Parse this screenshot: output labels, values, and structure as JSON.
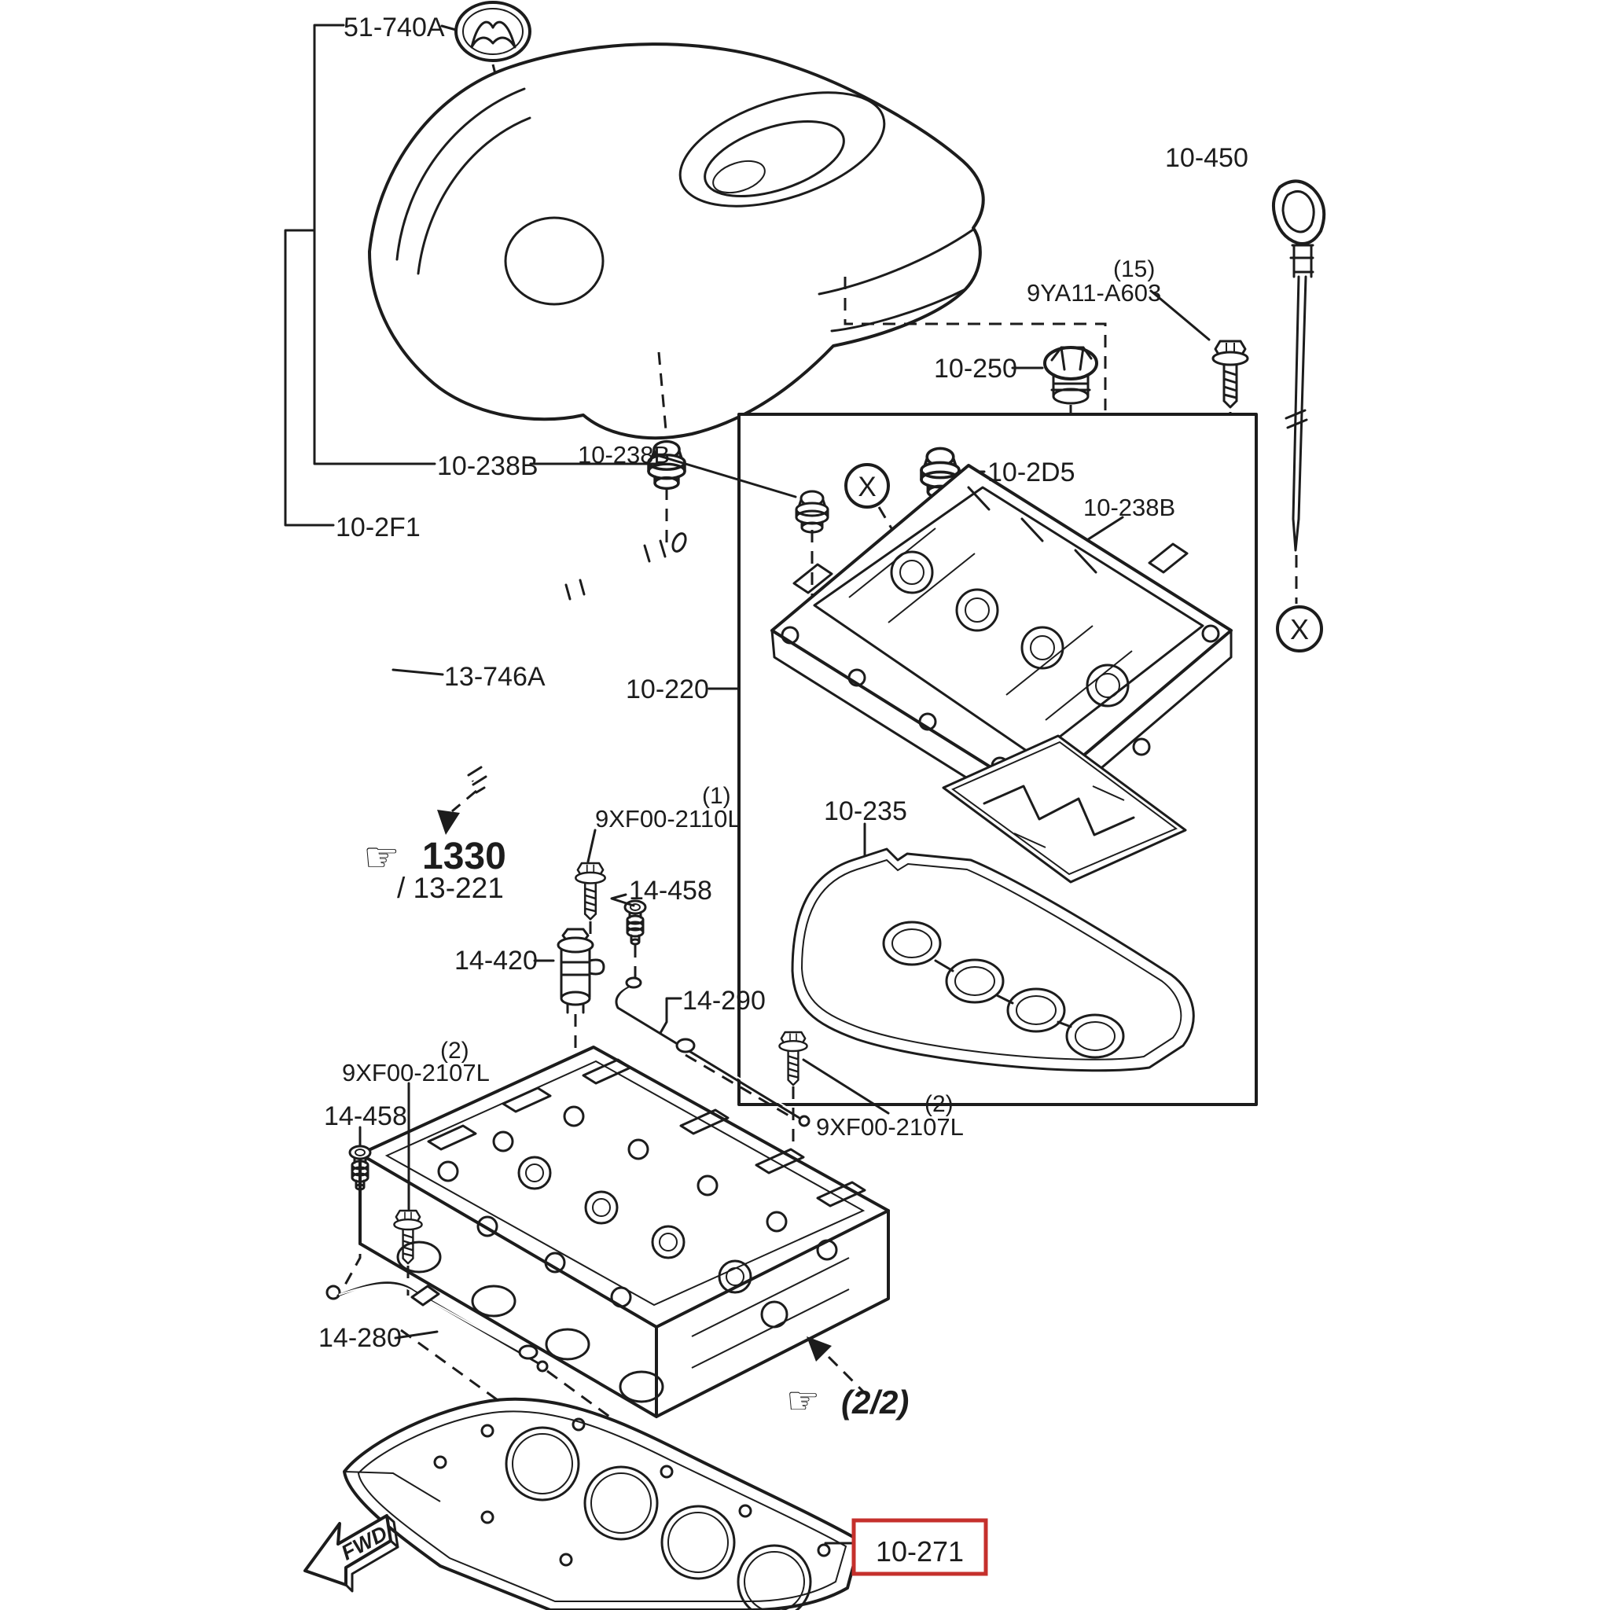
{
  "diagram": {
    "type": "exploded-parts-diagram",
    "subject": "engine cylinder head and cover",
    "highlighted_part": "10-271",
    "colors": {
      "line": "#1c1c1c",
      "background": "#ffffff",
      "highlight": "#c5302c"
    },
    "labels": {
      "engine_cover_emblem": "51-740A",
      "oil_dipstick": "10-450",
      "bolt_qty_15": "(15)",
      "bolt_9ya11": "9YA11-A603",
      "oil_filler_cap": "10-250",
      "grommet_outer": "10-238B",
      "grommet_box_left": "10-238B",
      "grommet_box_right": "10-238B",
      "seal_10_2d5": "10-2D5",
      "engine_cover": "10-2F1",
      "ventilation_hose": "13-746A",
      "cylinder_head_cover": "10-220",
      "head_cover_gasket": "10-235",
      "ref_section": "1330",
      "ref_section_sub": "/ 13-221",
      "bolt_qty_1": "(1)",
      "bolt_9xf00_2110l": "9XF00-2110L",
      "joint_upper": "14-458",
      "oil_control_valve": "14-420",
      "oil_pipe_upper": "14-290",
      "bolt_qty_2_right": "(2)",
      "bolt_9xf00_2107l_right": "9XF00-2107L",
      "bolt_qty_2_left": "(2)",
      "bolt_9xf00_2107l_left": "9XF00-2107L",
      "joint_lower": "14-458",
      "oil_pipe_lower": "14-280",
      "ref_view": "(2/2)",
      "cylinder_head_gasket": "10-271",
      "fwd_marker": "FWD"
    },
    "symbols": {
      "cross_marker": "X",
      "hand_pointer": "☞"
    }
  }
}
